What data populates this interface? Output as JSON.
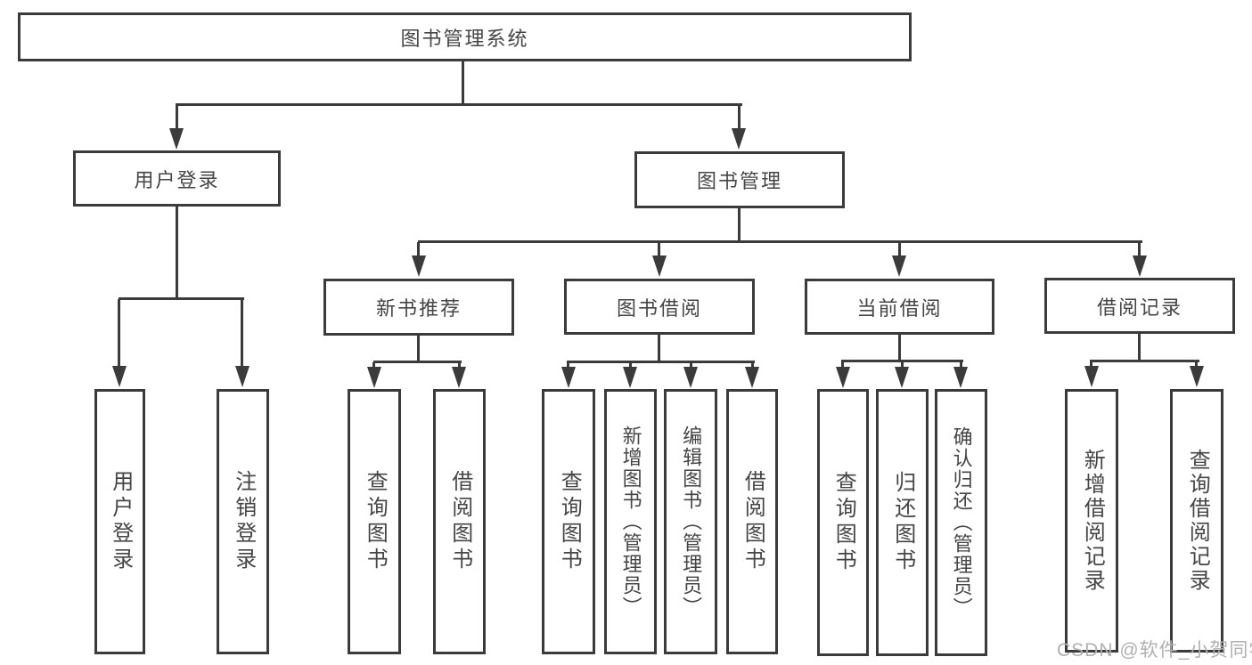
{
  "diagram": {
    "title": "图书管理系统",
    "root": {
      "label": "图书管理系统"
    },
    "user_login": {
      "label": "用户登录",
      "children": [
        "用户登录",
        "注销登录"
      ]
    },
    "book_mgmt": {
      "label": "图书管理"
    },
    "new_books": {
      "label": "新书推荐",
      "children": [
        "查询图书",
        "借阅图书"
      ]
    },
    "book_borrow": {
      "label": "图书借阅",
      "children": [
        "查询图书",
        "新增图书（管理员）",
        "编辑图书（管理员）",
        "借阅图书"
      ]
    },
    "current_borrow": {
      "label": "当前借阅",
      "children": [
        "查询图书",
        "归还图书",
        "确认归还（管理员）"
      ]
    },
    "borrow_records": {
      "label": "借阅记录",
      "children": [
        "新增借阅记录",
        "查询借阅记录"
      ]
    }
  },
  "watermark": {
    "text": "CSDN @软件_小贺同学"
  },
  "colors": {
    "line": "#3b3b3b",
    "text": "#454545",
    "watermark": "#b0b0b0",
    "background": "#ffffff"
  }
}
